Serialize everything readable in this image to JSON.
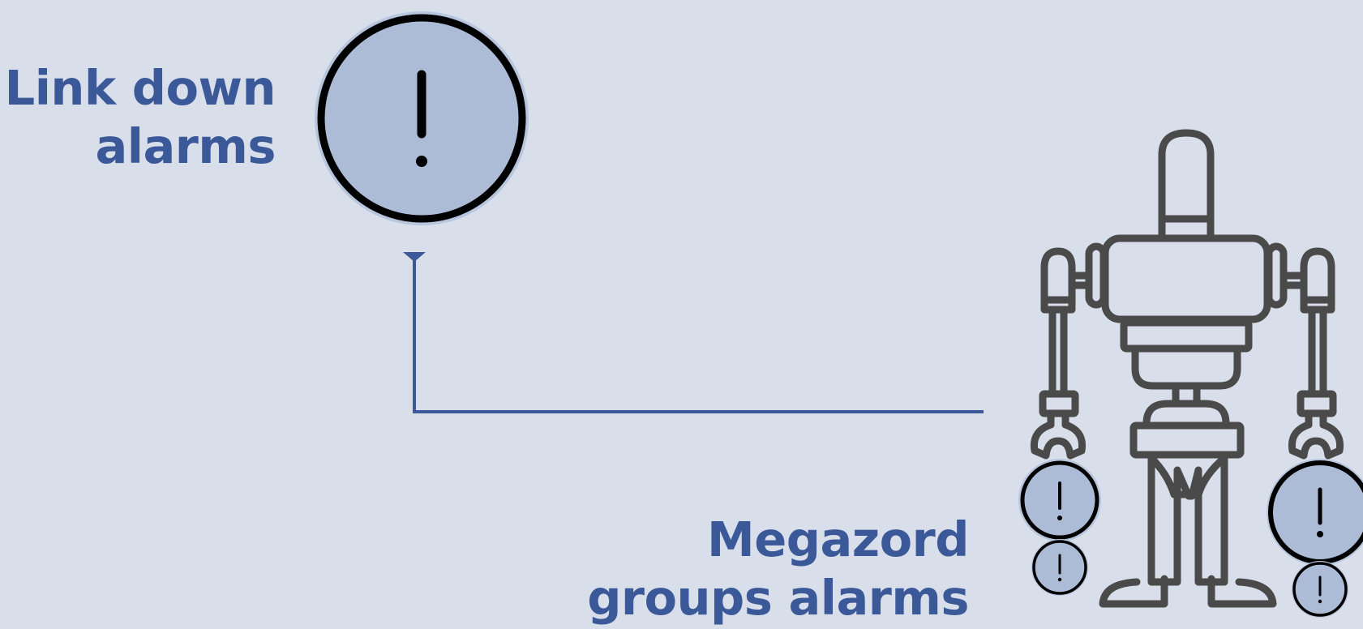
{
  "labels": {
    "link_down": [
      "Link down",
      "alarms"
    ],
    "megazord": [
      "Megazord",
      "groups alarms"
    ]
  },
  "icons": {
    "main_alarm": "alert-circle-icon",
    "robot": "robot-icon",
    "small_alarms": "alert-circle-icon"
  },
  "colors": {
    "background": "#d9dfea",
    "label": "#3b5998",
    "alarm_fill": "#adbcd6",
    "alarm_glow": "#b7c5dd",
    "stroke_dark": "#000000",
    "robot_stroke": "#4a4a4a",
    "connector": "#3b5998"
  }
}
